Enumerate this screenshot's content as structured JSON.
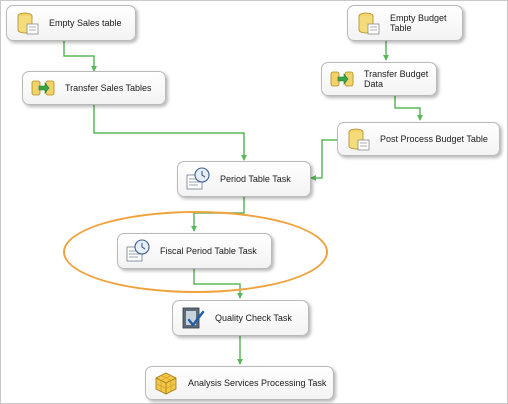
{
  "tasks": {
    "empty_sales": {
      "label": "Empty Sales table",
      "icon": "sql-table-icon"
    },
    "empty_budget": {
      "label": "Empty Budget\nTable",
      "icon": "sql-table-icon"
    },
    "transfer_sales": {
      "label": "Transfer Sales Tables",
      "icon": "data-flow-icon"
    },
    "transfer_budget": {
      "label": "Transfer Budget\nData",
      "icon": "data-flow-icon"
    },
    "post_process_budget": {
      "label": "Post Process Budget Table",
      "icon": "sql-table-icon"
    },
    "period_table": {
      "label": "Period Table Task",
      "icon": "script-clock-icon"
    },
    "fiscal_period_table": {
      "label": "Fiscal Period Table Task",
      "icon": "script-clock-icon"
    },
    "quality_check": {
      "label": "Quality Check Task",
      "icon": "checklist-icon"
    },
    "analysis_services": {
      "label": "Analysis Services Processing Task",
      "icon": "analysis-cube-icon"
    }
  },
  "colors": {
    "connector": "#5cb85c",
    "highlight": "#f0a23c"
  }
}
